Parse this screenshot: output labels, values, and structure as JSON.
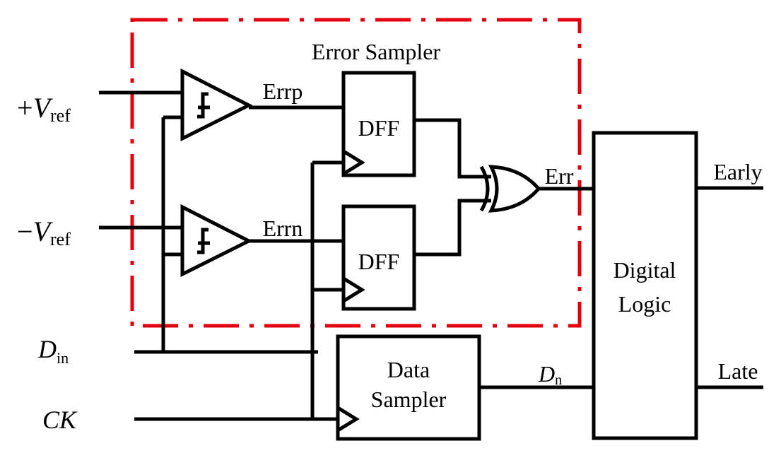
{
  "diagram": {
    "group_label": "Error Sampler",
    "inputs": {
      "vref_pos": {
        "sign": "+",
        "base": "V",
        "sub": "ref"
      },
      "vref_neg": {
        "sign": "−",
        "base": "V",
        "sub": "ref"
      },
      "din": {
        "base": "D",
        "sub": "in"
      },
      "ck": {
        "base": "CK"
      }
    },
    "signals": {
      "errp": "Errp",
      "errn": "Errn",
      "err": "Err",
      "dn": {
        "base": "D",
        "sub": "n"
      }
    },
    "blocks": {
      "dff_top": "DFF",
      "dff_bottom": "DFF",
      "data_sampler_line1": "Data",
      "data_sampler_line2": "Sampler",
      "digital_logic_line1": "Digital",
      "digital_logic_line2": "Logic"
    },
    "outputs": {
      "early": "Early",
      "late": "Late"
    },
    "colors": {
      "wire": "#000000",
      "error_sampler_boundary": "#e3000f"
    },
    "icons": {
      "comparator_symbol": "hysteresis-icon",
      "xor_gate": "xor-gate-icon",
      "clock_input": "clock-triangle-icon"
    }
  }
}
